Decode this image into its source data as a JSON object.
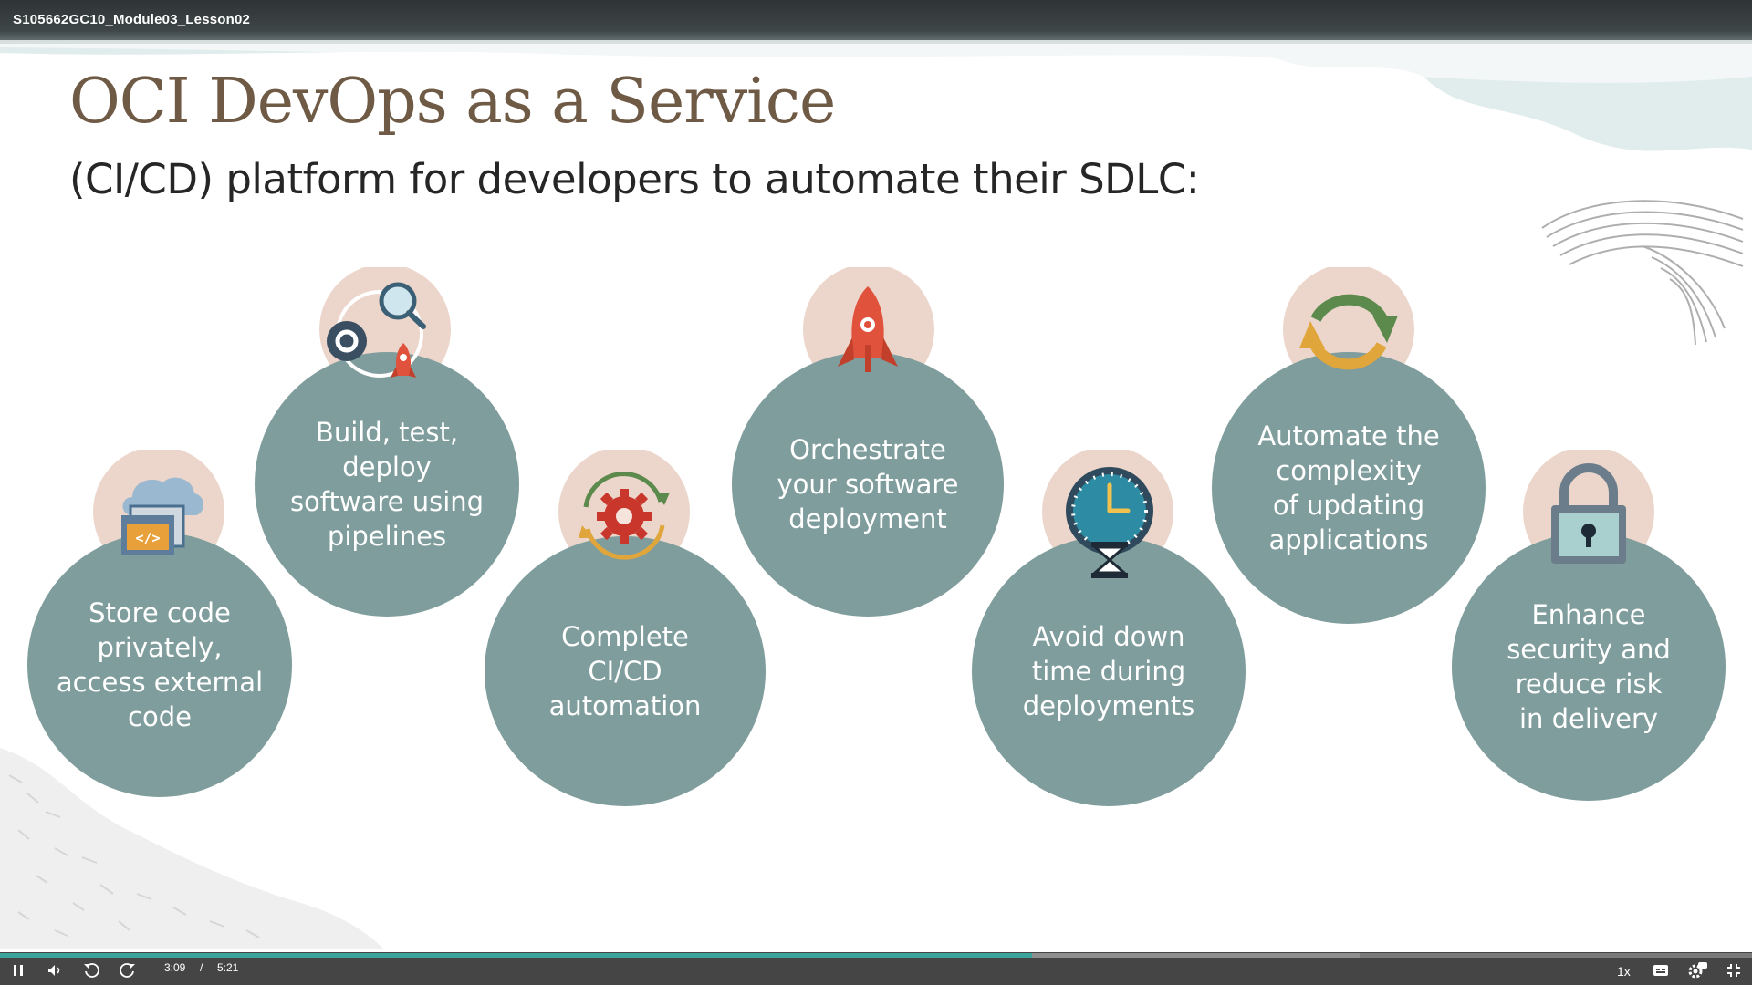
{
  "window": {
    "title": "S105662GC10_Module03_Lesson02"
  },
  "slide": {
    "title": "OCI DevOps as a Service",
    "subtitle": "(CI/CD) platform for developers to automate their SDLC:",
    "items": [
      {
        "lines": [
          "Store code",
          "privately,",
          "access external",
          "code"
        ],
        "icon": "cloud-code-icon"
      },
      {
        "lines": [
          "Build, test,",
          "deploy",
          "software using",
          "pipelines"
        ],
        "icon": "build-cycle-icon"
      },
      {
        "lines": [
          "Complete",
          "CI/CD",
          "automation"
        ],
        "icon": "gear-cycle-icon"
      },
      {
        "lines": [
          "Orchestrate",
          "your software",
          "deployment"
        ],
        "icon": "rocket-icon"
      },
      {
        "lines": [
          "Avoid down",
          "time during",
          "deployments"
        ],
        "icon": "clock-hourglass-icon"
      },
      {
        "lines": [
          "Automate the",
          "complexity",
          "of updating",
          "applications"
        ],
        "icon": "refresh-arrows-icon"
      },
      {
        "lines": [
          "Enhance",
          "security and",
          "reduce risk",
          "in delivery"
        ],
        "icon": "padlock-icon"
      }
    ],
    "colors": {
      "title": "#6f5a45",
      "circle": "#7f9d9c",
      "pin": "#ecd6cb"
    }
  },
  "player": {
    "current_time": "3:09",
    "separator": "/",
    "duration": "5:21",
    "speed": "1x",
    "progress": 0.589,
    "buffered": 0.776,
    "icons": [
      "pause-icon",
      "volume-icon",
      "rewind-icon",
      "forward-icon",
      "captions-icon",
      "settings-icon",
      "fullscreen-icon"
    ]
  }
}
